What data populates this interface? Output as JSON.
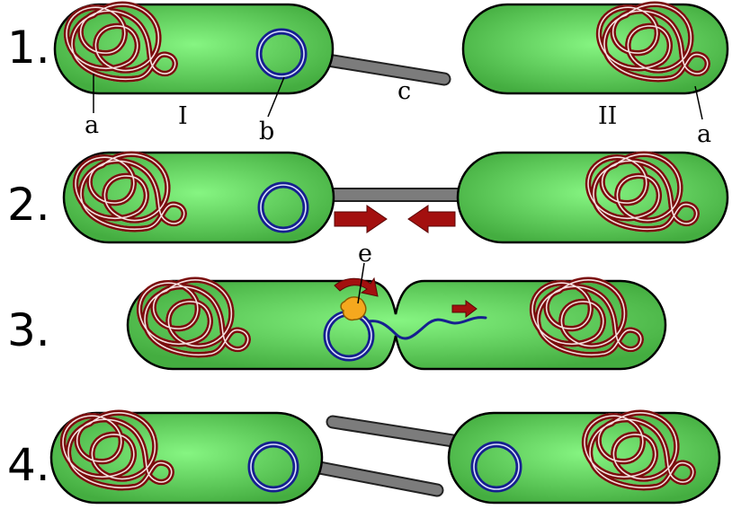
{
  "steps": [
    {
      "number": "1."
    },
    {
      "number": "2."
    },
    {
      "number": "3."
    },
    {
      "number": "4."
    }
  ],
  "labels": {
    "chromosome_donor": "a",
    "chromosome_recipient": "a",
    "donor_cell": "I",
    "recipient_cell": "II",
    "plasmid": "b",
    "pilus": "c",
    "enzyme": "e"
  },
  "colors": {
    "cell_fill_light": "#7ef07a",
    "cell_fill_dark": "#49b545",
    "chromosome": "#7a0d0d",
    "plasmid": "#16208f",
    "pilus": "#7c7c7c",
    "arrow": "#a3100f",
    "enzyme": "#f5a81e"
  }
}
